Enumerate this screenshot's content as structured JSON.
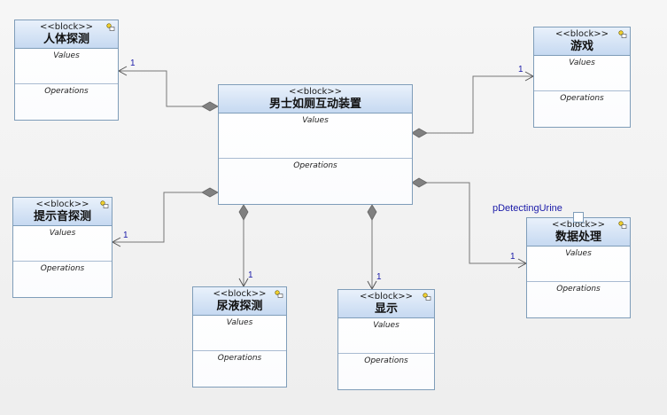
{
  "stereotype": "<<block>>",
  "values_label": "Values",
  "operations_label": "Operations",
  "blocks": {
    "main": {
      "name": "男士如厕互动装置"
    },
    "body_detect": {
      "name": "人体探测"
    },
    "game": {
      "name": "游戏"
    },
    "sound_detect": {
      "name": "提示音探测"
    },
    "urine_detect": {
      "name": "尿液探测"
    },
    "display": {
      "name": "显示"
    },
    "data_proc": {
      "name": "数据处理"
    }
  },
  "port": {
    "label": "pDetectingUrine"
  },
  "multiplicity": {
    "body_detect": "1",
    "game": "1",
    "sound_detect": "1",
    "urine_detect": "1",
    "display": "1",
    "data_proc": "1"
  },
  "colors": {
    "line": "#777777",
    "diamond": "#808080",
    "multiplicity": "#1a1aa8",
    "border": "#7f9db9",
    "header_top": "#e9f1fb",
    "header_bottom": "#c6d9f1"
  }
}
